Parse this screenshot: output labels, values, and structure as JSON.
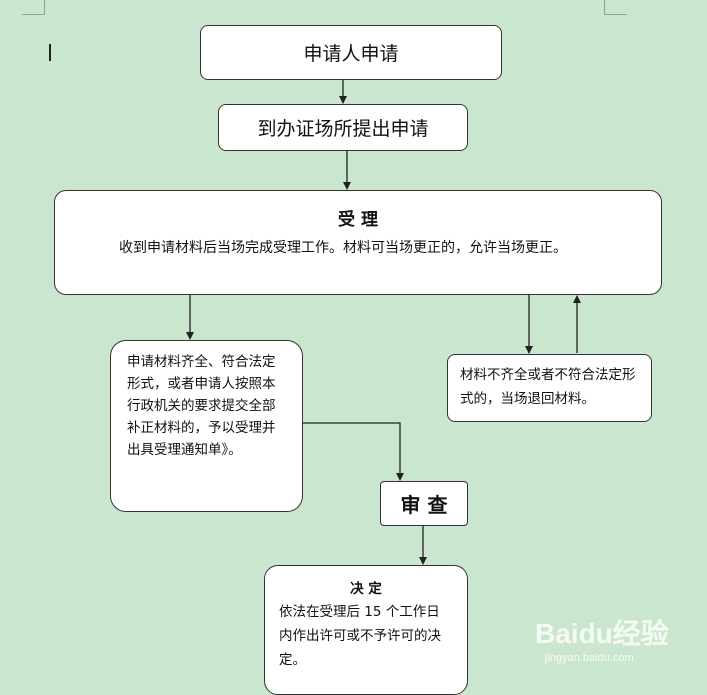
{
  "nodes": {
    "applicant": {
      "label": "申请人申请"
    },
    "submit": {
      "label": "到办证场所提出申请"
    },
    "accept": {
      "title": "受 理",
      "description": "收到申请材料后当场完成受理工作。材料可当场更正的，允许当场更正。"
    },
    "complete": {
      "text": "申请材料齐全、符合法定形式，或者申请人按照本行政机关的要求提交全部补正材料的，予以受理并出具受理通知单》。"
    },
    "incomplete": {
      "text": "材料不齐全或者不符合法定形式的，当场退回材料。"
    },
    "review": {
      "label": "审 查"
    },
    "decision": {
      "title": "决 定",
      "text": "依法在受理后 15 个工作日内作出许可或不予许可的决定。"
    }
  },
  "watermark": {
    "brand": "Baidu经验",
    "url": "jingyan.baidu.com"
  },
  "colors": {
    "background": "#cbe6cf",
    "box": "#ffffff",
    "border": "#333333"
  }
}
